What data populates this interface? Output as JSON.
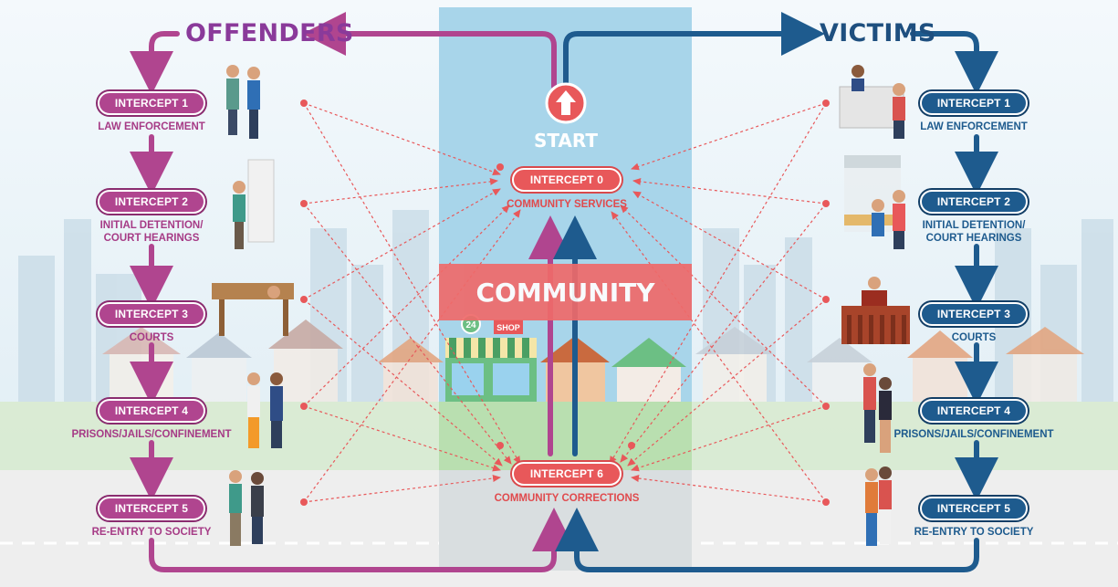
{
  "headers": {
    "offenders": "OFFENDERS",
    "victims": "VICTIMS"
  },
  "start": {
    "label": "START"
  },
  "community": {
    "label": "COMMUNITY"
  },
  "center": {
    "top": {
      "pill": "INTERCEPT 0",
      "label": "COMMUNITY SERVICES"
    },
    "bottom": {
      "pill": "INTERCEPT 6",
      "label": "COMMUNITY CORRECTIONS"
    }
  },
  "offenders": [
    {
      "pill": "INTERCEPT 1",
      "label": "LAW ENFORCEMENT"
    },
    {
      "pill": "INTERCEPT 2",
      "label": "INITIAL DETENTION/\nCOURT HEARINGS"
    },
    {
      "pill": "INTERCEPT 3",
      "label": "COURTS"
    },
    {
      "pill": "INTERCEPT 4",
      "label": "PRISONS/JAILS/CONFINEMENT"
    },
    {
      "pill": "INTERCEPT 5",
      "label": "RE-ENTRY TO SOCIETY"
    }
  ],
  "victims": [
    {
      "pill": "INTERCEPT 1",
      "label": "LAW ENFORCEMENT"
    },
    {
      "pill": "INTERCEPT 2",
      "label": "INITIAL DETENTION/\nCOURT HEARINGS"
    },
    {
      "pill": "INTERCEPT 3",
      "label": "COURTS"
    },
    {
      "pill": "INTERCEPT 4",
      "label": "PRISONS/JAILS/CONFINEMENT"
    },
    {
      "pill": "INTERCEPT 5",
      "label": "RE-ENTRY TO SOCIETY"
    }
  ],
  "shop_sign": {
    "number": "24",
    "text": "SHOP"
  },
  "colors": {
    "offender": "#b0458f",
    "victim": "#1e5b8e",
    "center": "#e8585a",
    "sky": "#eaf3f8",
    "column": "#a8d5ea"
  }
}
